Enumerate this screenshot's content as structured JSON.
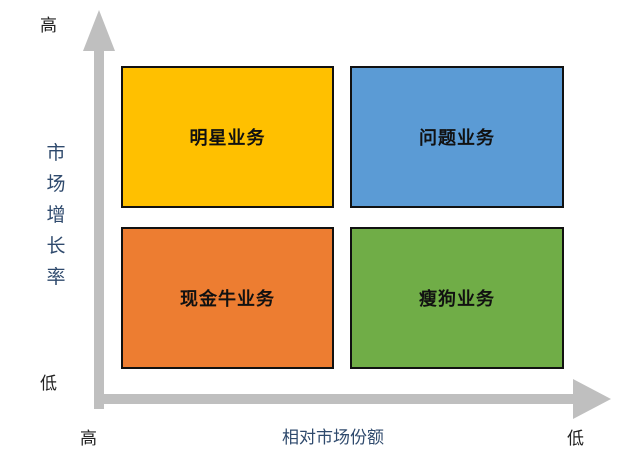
{
  "axes": {
    "y_high": "高",
    "y_low": "低",
    "y_title": "市\n场\n增\n长\n率",
    "x_high": "高",
    "x_low": "低",
    "x_title": "相对市场份额",
    "color": "#bfbfbf"
  },
  "quadrants": [
    {
      "label": "明星业务",
      "color": "#ffc000"
    },
    {
      "label": "问题业务",
      "color": "#5b9bd5"
    },
    {
      "label": "现金牛业务",
      "color": "#ed7d31"
    },
    {
      "label": "瘦狗业务",
      "color": "#70ad47"
    }
  ]
}
